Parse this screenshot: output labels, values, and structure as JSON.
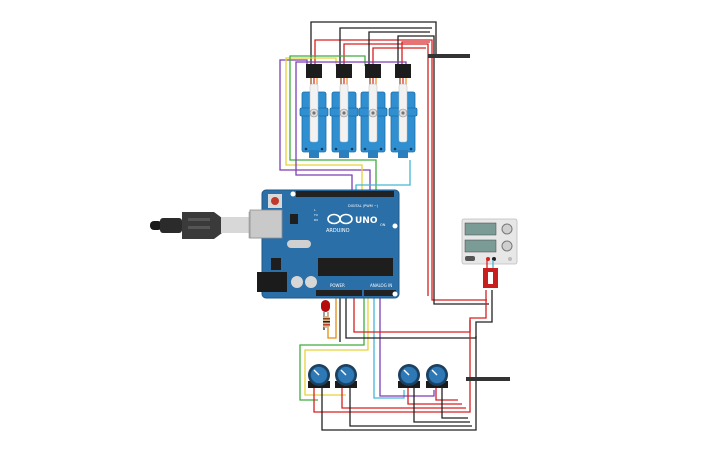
{
  "arduino": {
    "brand": "UNO",
    "model": "ARDUINO",
    "digital_label": "DIGITAL (PWM ~)",
    "power_label": "POWER",
    "analog_label": "ANALOG IN",
    "on_label": "ON",
    "tx_label": "TX",
    "rx_label": "RX",
    "l_label": "L"
  },
  "components": {
    "servos": 4,
    "potentiometers": 4,
    "led_color": "#b50d0d",
    "power_supply": "bench-power-supply",
    "usb_cable": "usb-cable"
  },
  "colors": {
    "board": "#2a6fa8",
    "servo": "#2f8fd1",
    "wire_red": "#d62020",
    "wire_black": "#222222",
    "wire_orange": "#e88a12",
    "wire_yellow": "#e6d23a",
    "wire_green": "#3fae3f",
    "wire_purple": "#7d3fb5",
    "wire_cyan": "#43b6d8"
  }
}
